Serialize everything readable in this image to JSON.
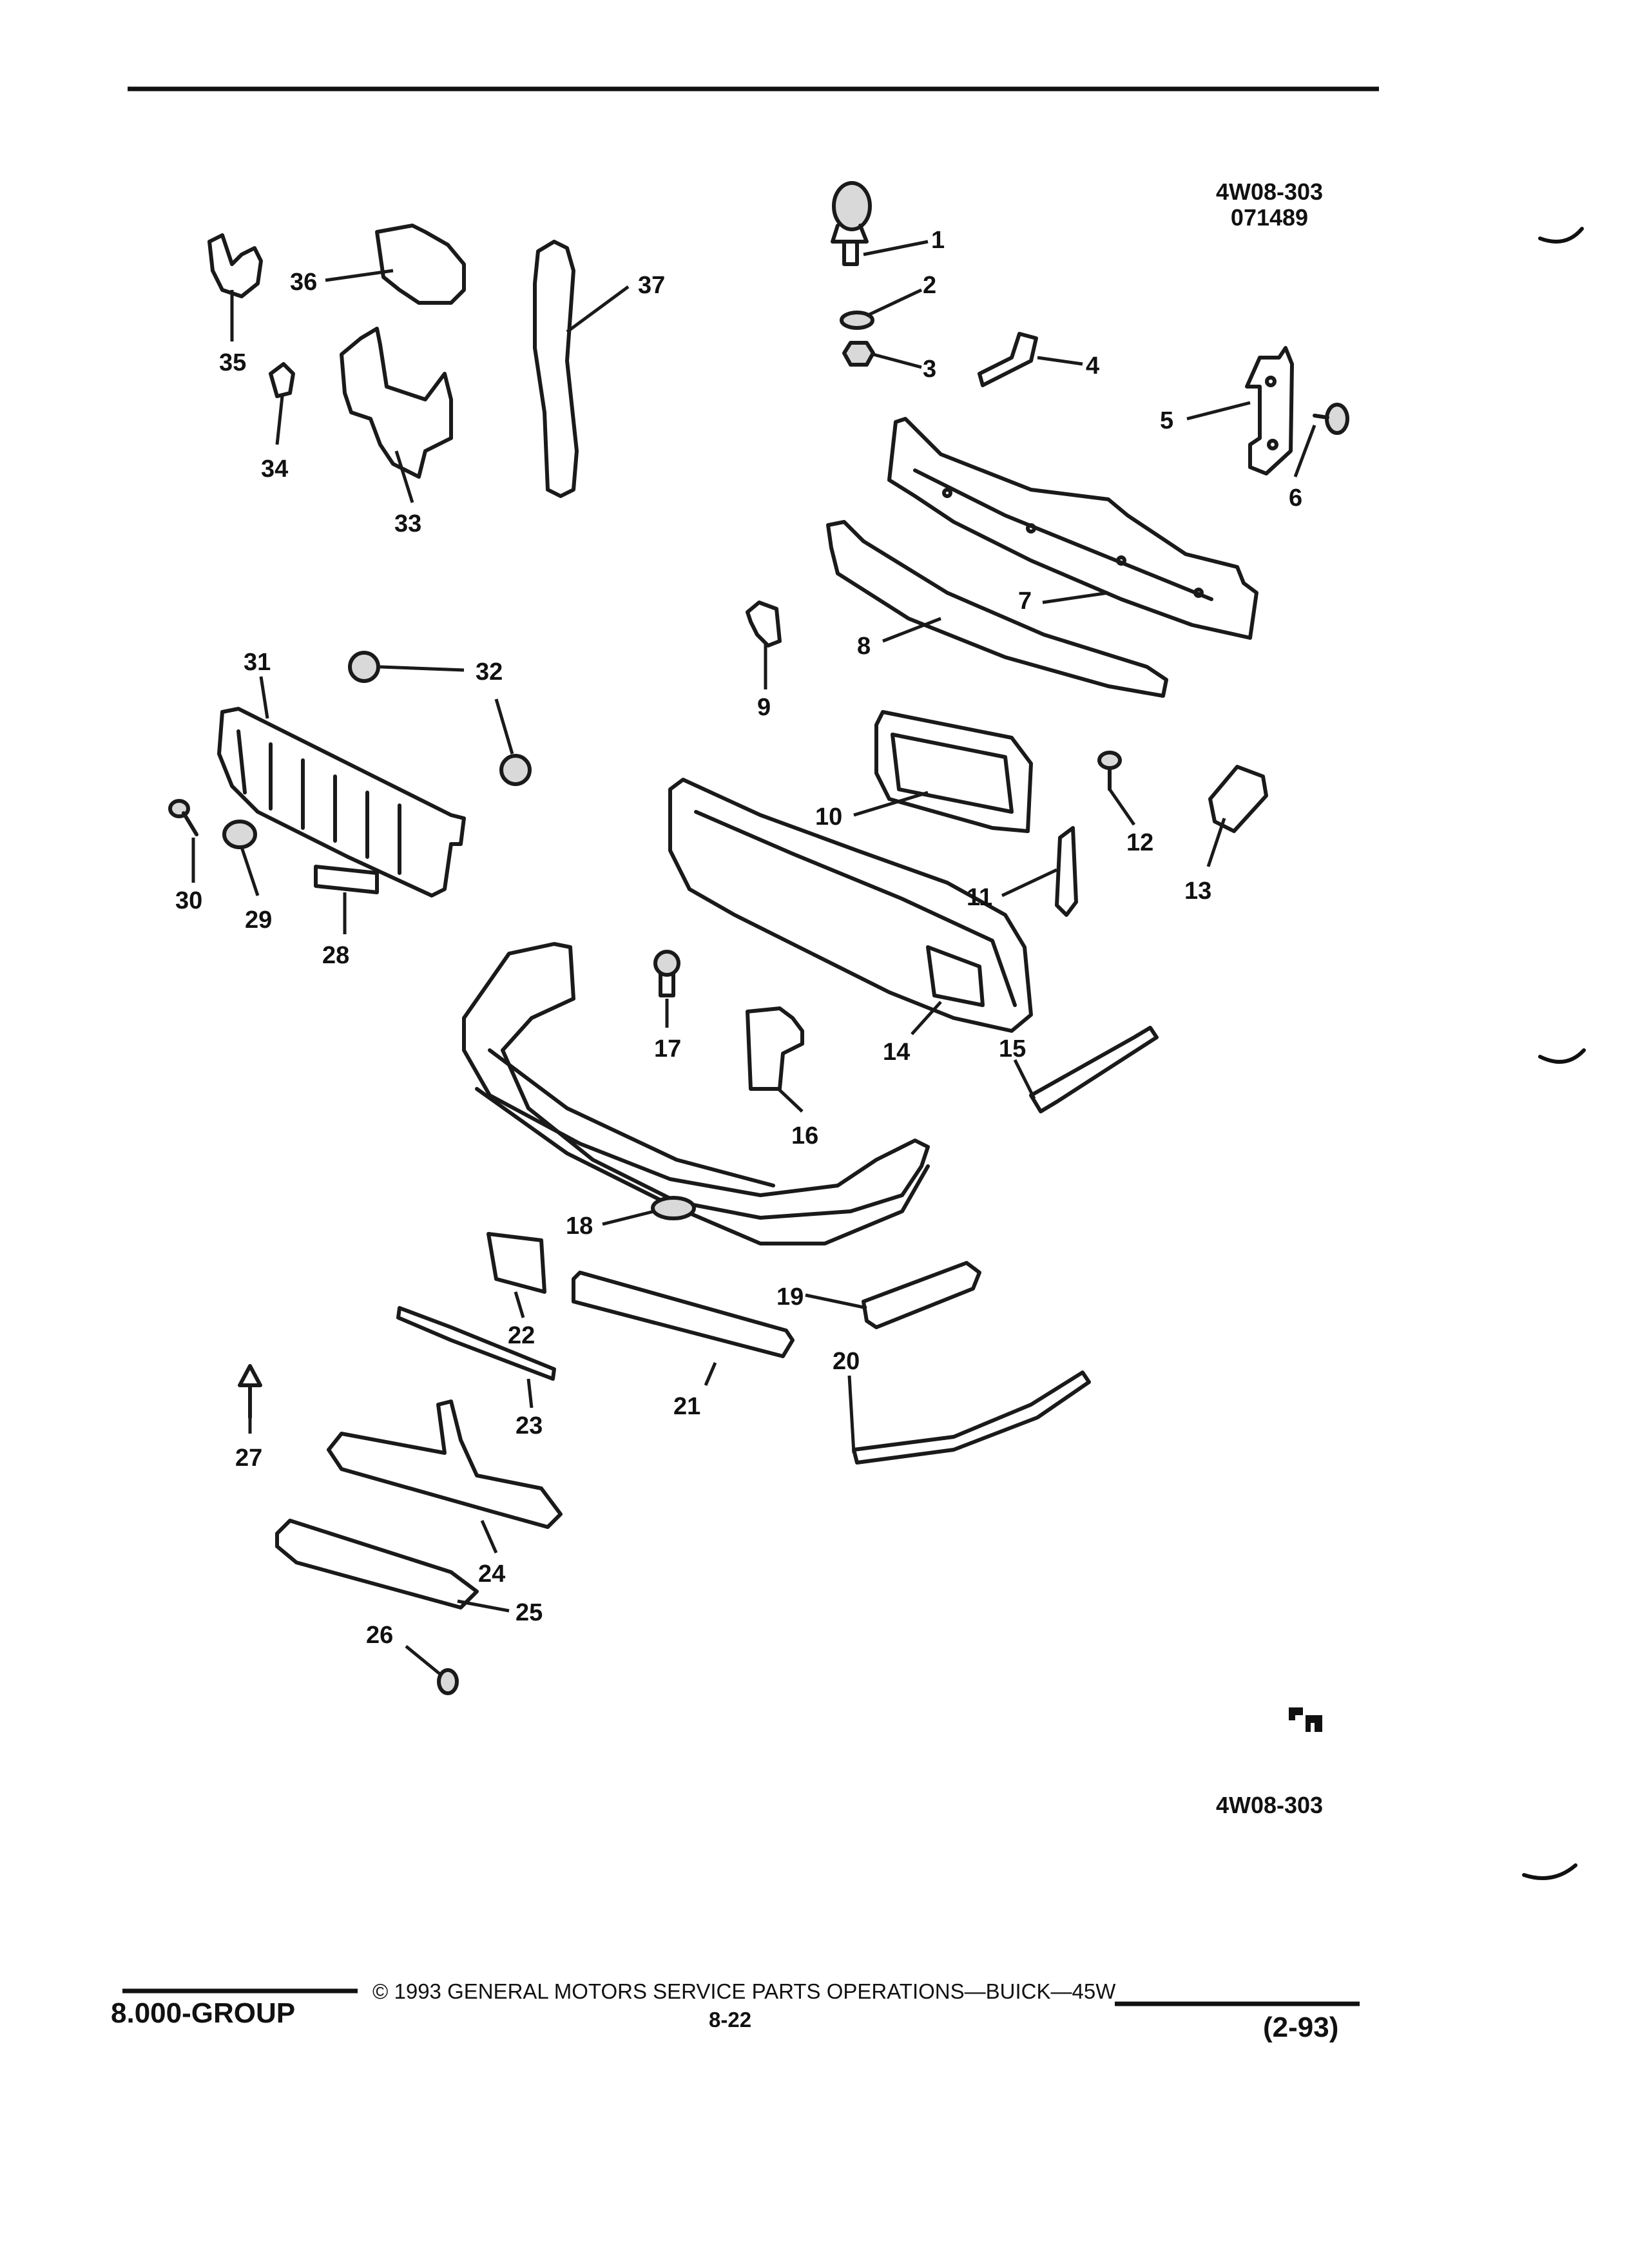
{
  "header": {
    "figure_code": "4W08-303",
    "figure_date": "071489"
  },
  "callouts": [
    "1",
    "2",
    "3",
    "4",
    "5",
    "6",
    "7",
    "8",
    "9",
    "10",
    "11",
    "12",
    "13",
    "14",
    "15",
    "16",
    "17",
    "18",
    "19",
    "20",
    "21",
    "22",
    "23",
    "24",
    "25",
    "26",
    "27",
    "28",
    "29",
    "30",
    "31",
    "32",
    "33",
    "34",
    "35",
    "36",
    "37"
  ],
  "figure_ref": "4W08-303",
  "logo_text": "GM",
  "footer": {
    "group": "8.000-GROUP",
    "copyright": "© 1993 GENERAL MOTORS SERVICE PARTS OPERATIONS—BUICK—45W",
    "page_number": "8-22",
    "revision": "(2-93)"
  }
}
